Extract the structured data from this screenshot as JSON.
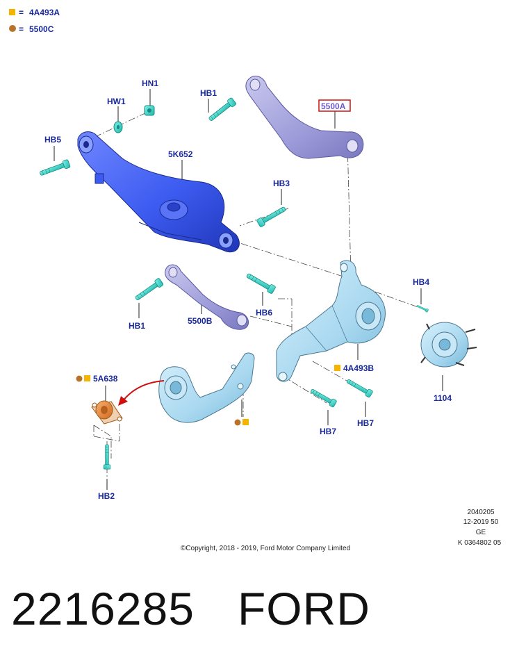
{
  "legend": [
    {
      "symbol": "square",
      "text": "4A493A"
    },
    {
      "symbol": "circle",
      "text": "5500C"
    }
  ],
  "legend_equals": "=",
  "labels": {
    "hn1": "HN1",
    "hw1": "HW1",
    "hb5": "HB5",
    "k5652": "5K652",
    "hb1_top": "HB1",
    "a5500": "5500A",
    "hb3": "HB3",
    "hb1_mid": "HB1",
    "b5500": "5500B",
    "hb6": "HB6",
    "hb4": "HB4",
    "b4a493": "4A493B",
    "c1104": "1104",
    "a5638": "5A638",
    "hb7_left": "HB7",
    "hb7_right": "HB7",
    "hb2": "HB2"
  },
  "info_block": [
    "2040205",
    "12-2019 50",
    "GE",
    "K 0364802 05"
  ],
  "copyright": "©Copyright, 2018 - 2019, Ford Motor Company Limited",
  "part_number": "2216285",
  "brand": "FORD",
  "colors": {
    "label_blue": "#1a2a9c",
    "legend_square": "#f5b400",
    "legend_circle": "#b8732a",
    "highlight_red": "#d01010",
    "arm_blue": "#3c5bf0",
    "arm_lavender": "#9c9ad8",
    "knuckle_cyan": "#a8d8f0",
    "bolt_cyan": "#38d6c8",
    "bushing_orange": "#f08a3a"
  }
}
